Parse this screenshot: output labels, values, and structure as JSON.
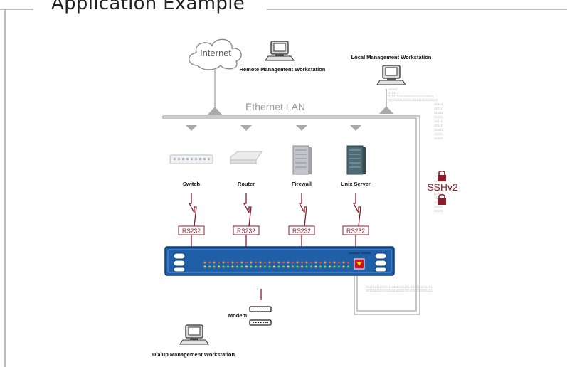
{
  "page_title": "Application Example",
  "colors": {
    "frame": "#9a9a9a",
    "lan": "#a9a9a9",
    "serial": "#8a1c2c",
    "switch_body": "#1f5fa8",
    "binary": "#c8c8c8",
    "ssh": "#8a1c2c",
    "switch_label": "#111111"
  },
  "network": {
    "cloud_label": "Internet",
    "lan_label": "Ethernet LAN",
    "remote_label": "Remote Management Workstation",
    "local_label": "Local Management Workstation",
    "dialup_label": "Dialup Management Workstation",
    "modem_label": "Modem",
    "ssh_label": "SSHv2",
    "port_label": "RS232"
  },
  "devices": [
    {
      "name": "Switch",
      "icon": "switch-icon"
    },
    {
      "name": "Router",
      "icon": "router-icon"
    },
    {
      "name": "Firewall",
      "icon": "firewall-icon"
    },
    {
      "name": "Unix Server",
      "icon": "unix-server-icon"
    }
  ],
  "console_server": {
    "model_label": "Cyclades TS3000",
    "icon": "console-server-icon"
  },
  "binary_stream": [
    "10110",
    "11011",
    "11011110110101011010110101",
    "0110101101101101101010110110",
    "10110",
    "11011",
    "01101",
    "01101",
    "11011",
    "10110",
    "01101",
    "11011",
    "10110",
    "01101",
    "11011",
    "10110",
    "01101",
    "11011",
    "10110",
    "11011",
    "01101",
    "01101101101101101101101011010110101101",
    "10110101101101101101101011010110101101"
  ]
}
